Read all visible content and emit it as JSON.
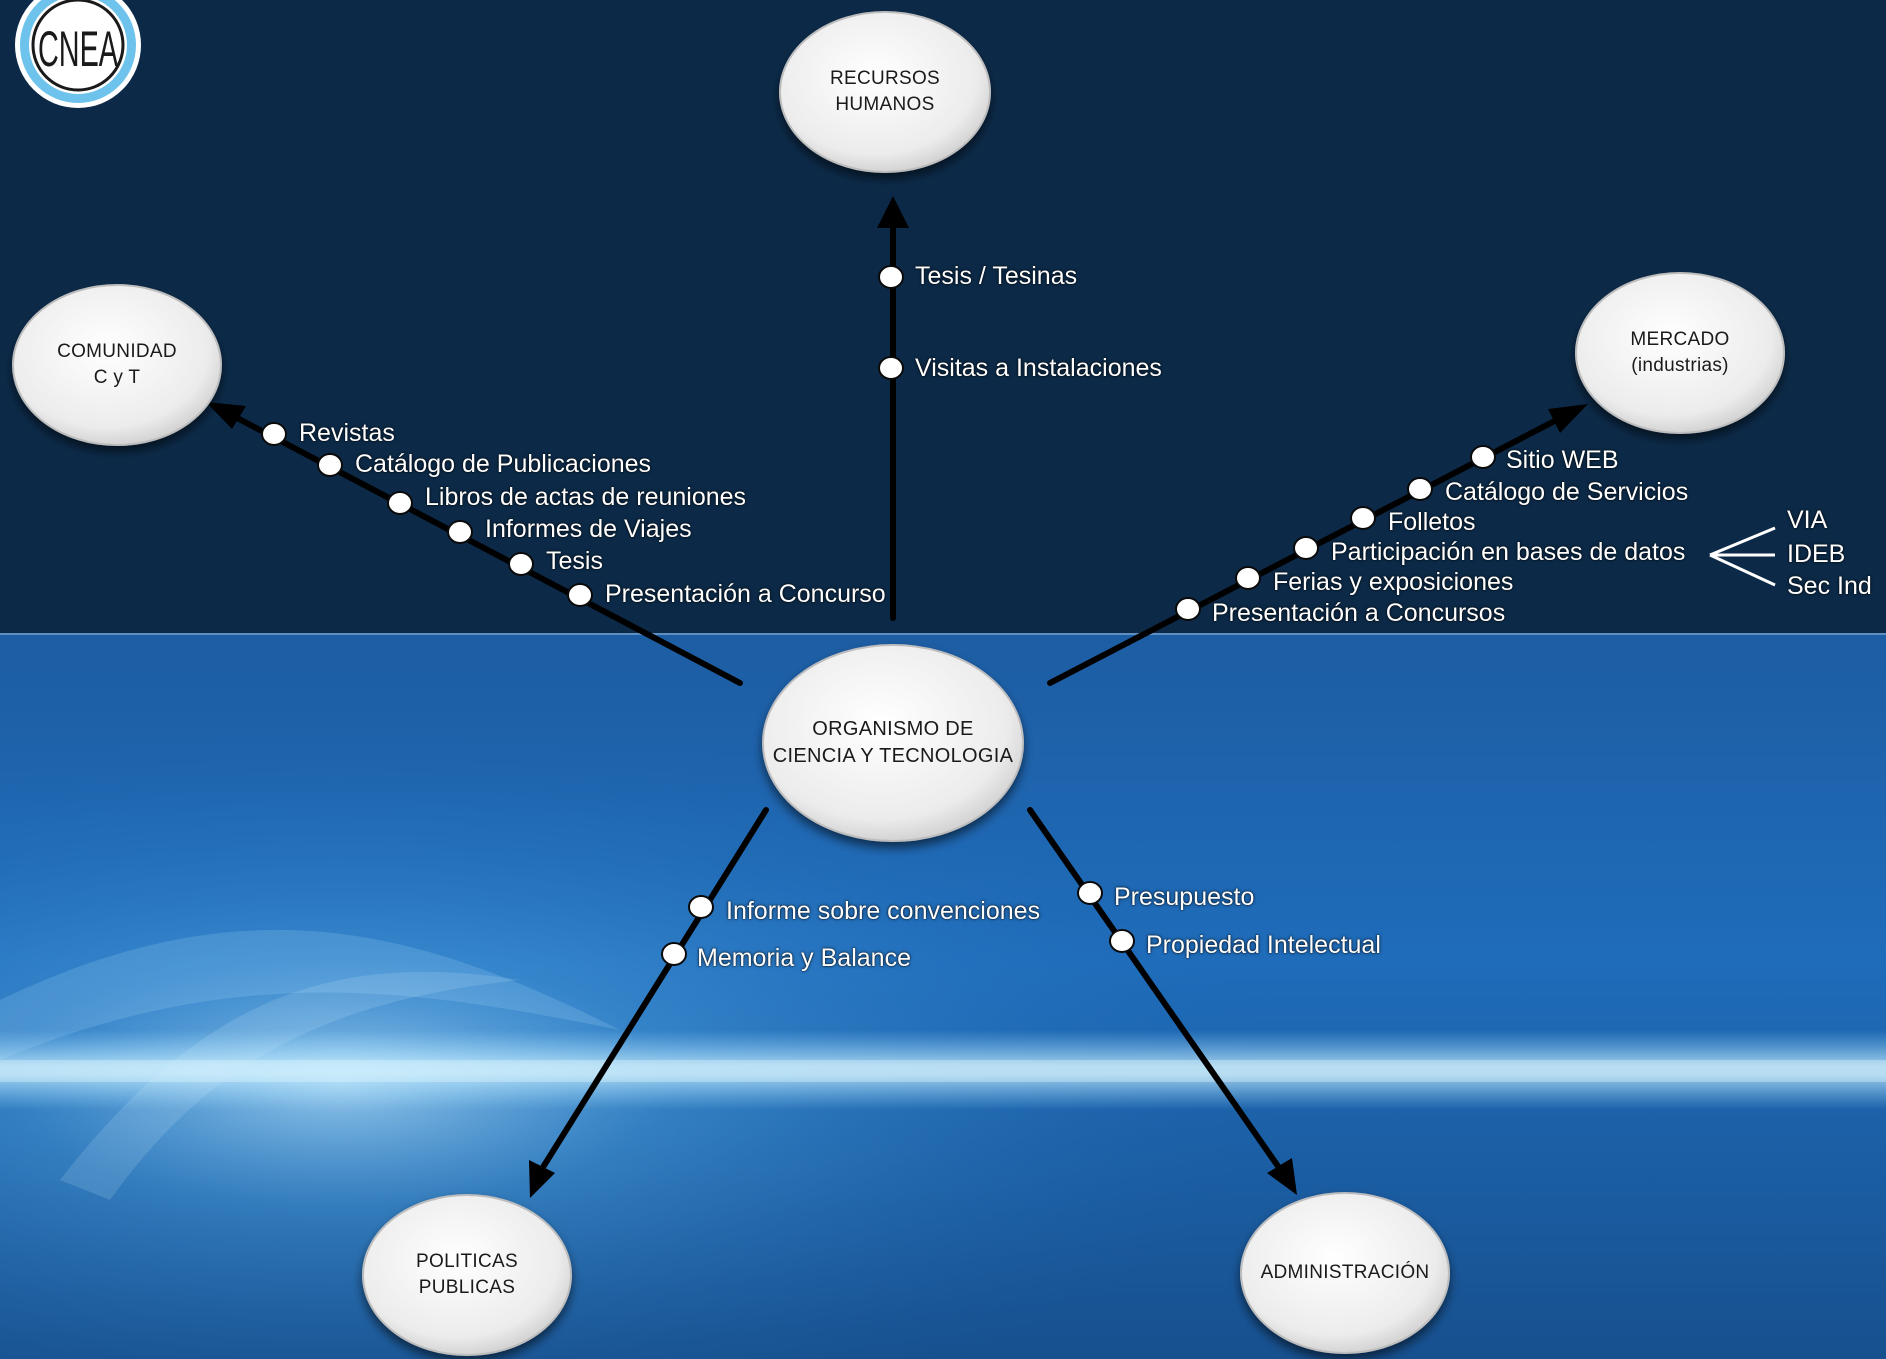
{
  "logo": {
    "text": "CNEA"
  },
  "nodes": {
    "center": "ORGANISMO DE\nCIENCIA Y TECNOLOGIA",
    "recursos": "RECURSOS\nHUMANOS",
    "comunidad": "COMUNIDAD\nC y T",
    "mercado": "MERCADO\n(industrias)",
    "politicas": "POLITICAS\nPUBLICAS",
    "administracion": "ADMINISTRACIÓN"
  },
  "branches": {
    "recursos": [
      "Tesis / Tesinas",
      "Visitas a Instalaciones"
    ],
    "comunidad": [
      "Revistas",
      "Catálogo de Publicaciones",
      "Libros de actas de  reuniones",
      "Informes de Viajes",
      "Tesis",
      "Presentación a Concurso"
    ],
    "mercado": [
      "Sitio WEB",
      "Catálogo de Servicios",
      "Folletos",
      "Participación en bases de datos",
      "Ferias y exposiciones",
      "Presentación a Concursos"
    ],
    "politicas": [
      "Informe sobre convenciones",
      "Memoria y Balance"
    ],
    "administracion": [
      "Presupuesto",
      "Propiedad Intelectual"
    ]
  },
  "databases": [
    "VIA",
    "IDEB",
    "Sec Ind"
  ],
  "colors": {
    "top_bg": "#0c2a48",
    "bottom_bg": "#1a5ea8",
    "light_streak": "#8fd4ff",
    "arrow": "#000000",
    "node_fill": "#f2f2f2",
    "dot": "#ffffff"
  }
}
